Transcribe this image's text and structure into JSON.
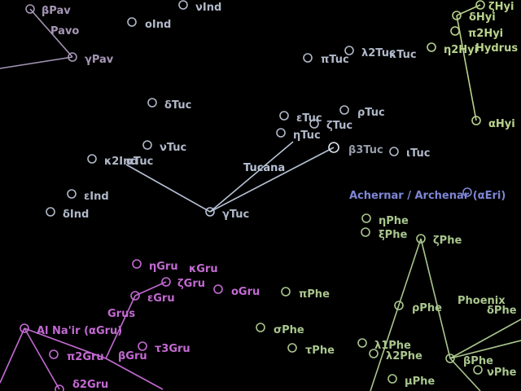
{
  "colors": {
    "background": "#000000",
    "tucana": "#b7c2d6",
    "pavo": "#a696b6",
    "grus": "#c36ad2",
    "phoenix": "#a9c68e",
    "hydrus": "#b9d38c",
    "bright_star_label": "#7e86d6",
    "field_star": "#b0b8c8"
  },
  "constellations": {
    "pavo": {
      "name": "Pavo"
    },
    "tucana": {
      "name": "Tucana"
    },
    "grus": {
      "name": "Grus"
    },
    "phoenix": {
      "name": "Phoenix"
    }
  },
  "stars": {
    "beta_pav": "βPav",
    "gamma_pav": "γPav",
    "nu_ind": "νInd",
    "o_ind": "oInd",
    "lambda2_tuc": "λ2Tuc",
    "pi_tuc": "πTuc",
    "kappa_tuc": "κTuc",
    "delta_tuc": "δTuc",
    "epsilon_tuc": "εTuc",
    "rho_tuc": "ρTuc",
    "zeta_tuc": "ζTuc",
    "eta_tuc": "ηTuc",
    "nu_tuc": "νTuc",
    "beta3_tuc": "β3Tuc",
    "iota_tuc": "ιTuc",
    "kappa2_ind": "κ2Ind",
    "alpha_tuc": "αTuc",
    "gamma_tuc": "γTuc",
    "epsilon_ind": "εInd",
    "delta_ind": "δInd",
    "zeta_hyi": "ζHyi",
    "delta_hyi": "δHyi",
    "pi2_hyi": "π2Hyi",
    "eta2_hyi": "η2Hyi",
    "hydrus_label": "Hydrus",
    "alpha_hyi": "αHyi",
    "achernar": "Achernar / Archenar (αEri)",
    "eta_phe": "ηPhe",
    "xi_phe": "ξPhe",
    "zeta_phe": "ζPhe",
    "eta_gru": "ηGru",
    "kappa_gru": "κGru",
    "zeta_gru": "ζGru",
    "o_gru": "oGru",
    "pi_phe": "πPhe",
    "epsilon_gru": "εGru",
    "rho_phe": "ρPhe",
    "delta_phe": "δPhe",
    "alnair": "Al Na'ir (αGru)",
    "sigma_phe": "σPhe",
    "pi2_gru": "π2Gru",
    "beta_gru": "βGru",
    "tau3_gru": "τ3Gru",
    "tau_phe": "τPhe",
    "lambda1_phe": "λ1Phe",
    "lambda2_phe": "λ2Phe",
    "beta_phe": "βPhe",
    "nu_phe": "νPhe",
    "delta2_gru": "δ2Gru",
    "mu_phe": "μPhe"
  }
}
